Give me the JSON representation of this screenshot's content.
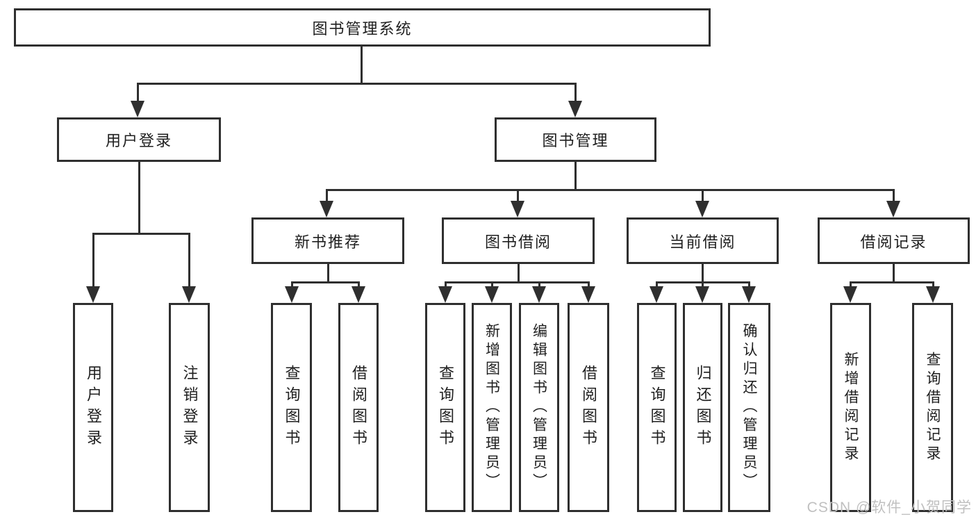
{
  "diagram": {
    "nodes": {
      "root": "图书管理系统",
      "user_login": "用户登录",
      "book_management": "图书管理",
      "new_book_recommend": "新书推荐",
      "book_borrowing": "图书借阅",
      "current_borrowing": "当前借阅",
      "borrowing_records": "借阅记录",
      "leaf_user_login": "用户登录",
      "leaf_logout": "注销登录",
      "leaf_query_book_recommend": "查询图书",
      "leaf_borrow_book_recommend": "借阅图书",
      "leaf_query_book_borrow": "查询图书",
      "leaf_add_book_admin": "新增图书（管理员）",
      "leaf_edit_book_admin": "编辑图书（管理员）",
      "leaf_borrow_book_borrow": "借阅图书",
      "leaf_query_book_current": "查询图书",
      "leaf_return_book": "归还图书",
      "leaf_confirm_return_admin": "确认归还（管理员）",
      "leaf_add_borrow_record": "新增借阅记录",
      "leaf_query_borrow_record": "查询借阅记录"
    },
    "watermark": "CSDN @软件_小贺同学",
    "colors": {
      "line": "#2f2f2f",
      "text": "#1f1f1f",
      "watermark": "#c0c0c0",
      "background": "#ffffff"
    }
  }
}
